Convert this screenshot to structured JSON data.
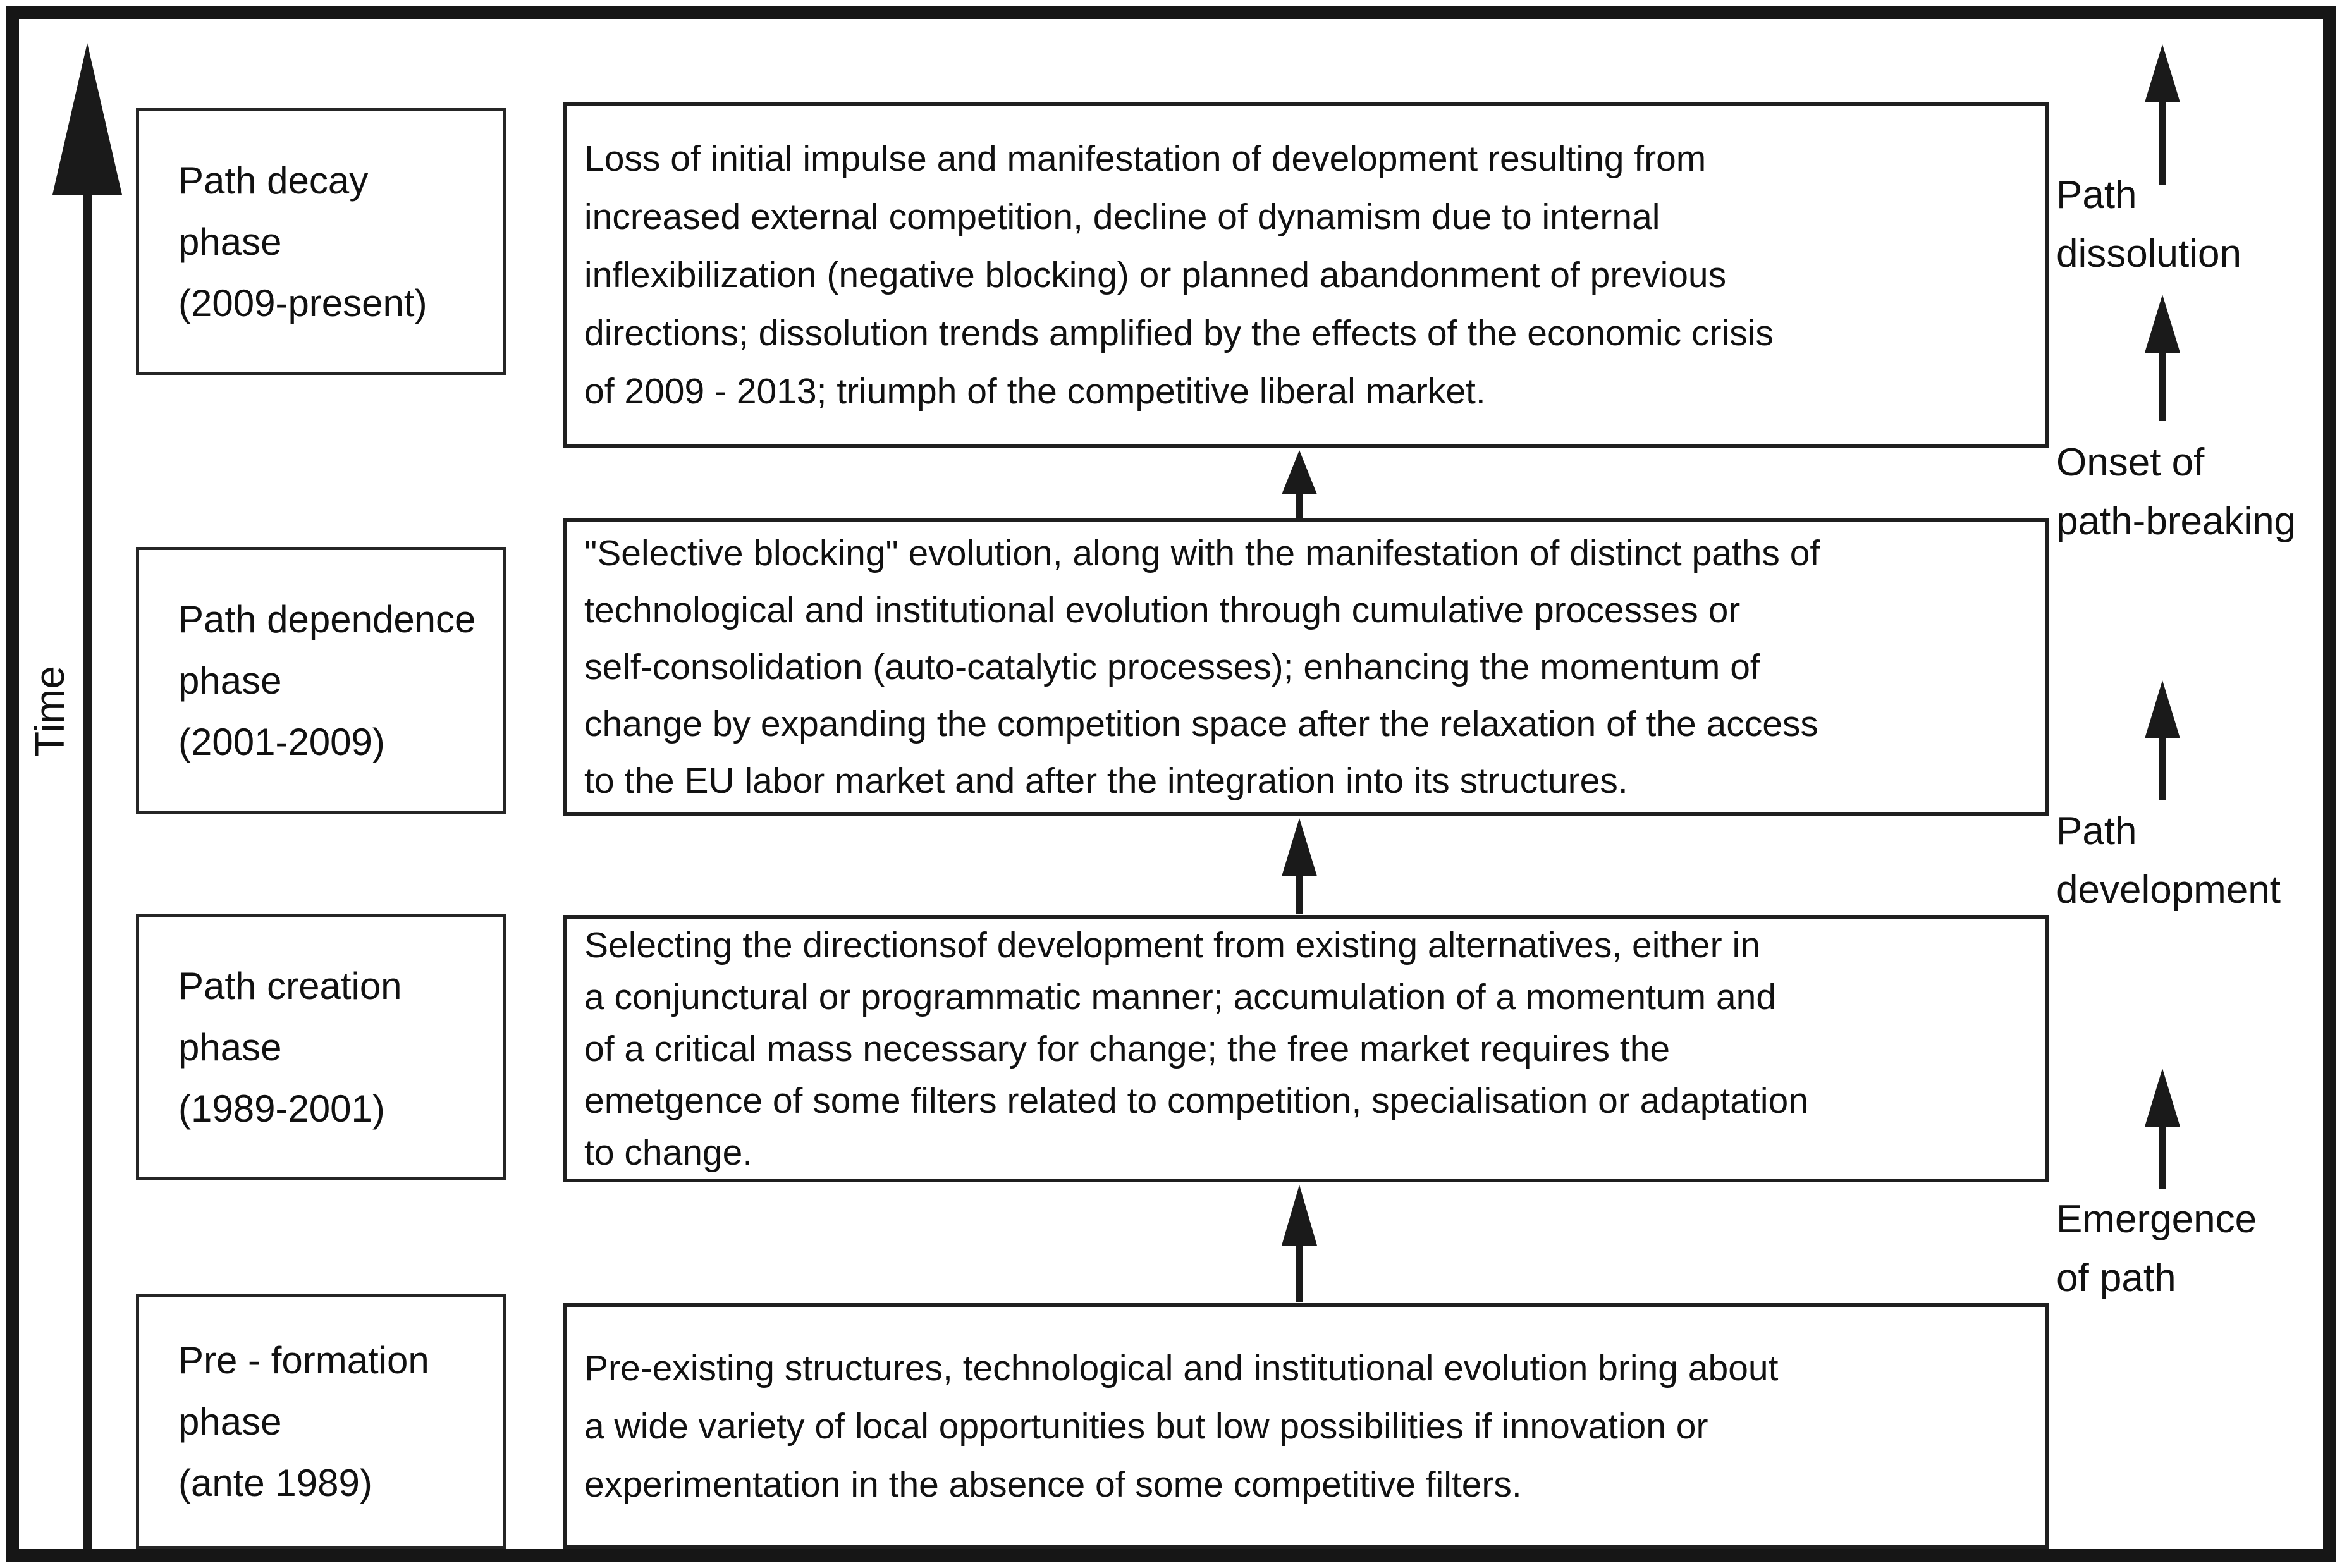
{
  "colors": {
    "ink": "#1a1a1a",
    "background": "#ffffff"
  },
  "time_axis": {
    "label": "Time"
  },
  "phases": [
    {
      "lines": [
        "Path decay",
        "phase",
        "(2009-present)"
      ]
    },
    {
      "lines": [
        "Path dependence",
        "phase",
        "(2001-2009)"
      ]
    },
    {
      "lines": [
        "Path creation",
        "phase",
        "(1989-2001)"
      ]
    },
    {
      "lines": [
        "Pre - formation",
        "phase",
        "(ante 1989)"
      ]
    }
  ],
  "descriptions": [
    {
      "lines": [
        "Loss of initial impulse and manifestation of development resulting from",
        "increased external competition, decline of dynamism due to internal",
        "inflexibilization (negative blocking) or planned abandonment of previous",
        "directions; dissolution trends amplified by the effects of the economic crisis",
        "of 2009 - 2013; triumph of the competitive liberal market."
      ]
    },
    {
      "lines": [
        "\"Selective blocking\" evolution, along with the manifestation of distinct paths of",
        "technological and institutional evolution through cumulative processes or",
        "self-consolidation (auto-catalytic processes); enhancing the momentum of",
        "change by expanding the competition space after the relaxation of the access",
        "to the EU labor market and after the integration into its structures."
      ]
    },
    {
      "lines": [
        "Selecting the directionsof development from existing alternatives, either in",
        "a conjunctural or programmatic manner; accumulation of a momentum and",
        "of a critical mass necessary for change; the free market requires the",
        "emetgence of some filters related to competition, specialisation or adaptation",
        "to change."
      ]
    },
    {
      "lines": [
        "Pre-existing structures, technological and institutional evolution bring about",
        "a wide variety of local opportunities but low possibilities if innovation or",
        "experimentation in the absence of some competitive filters."
      ]
    }
  ],
  "stage_labels": [
    {
      "lines": [
        "Path",
        "dissolution"
      ]
    },
    {
      "lines": [
        "Onset of",
        "path-breaking"
      ]
    },
    {
      "lines": [
        "Path",
        "development"
      ]
    },
    {
      "lines": [
        "Emergence",
        "of path"
      ]
    }
  ]
}
